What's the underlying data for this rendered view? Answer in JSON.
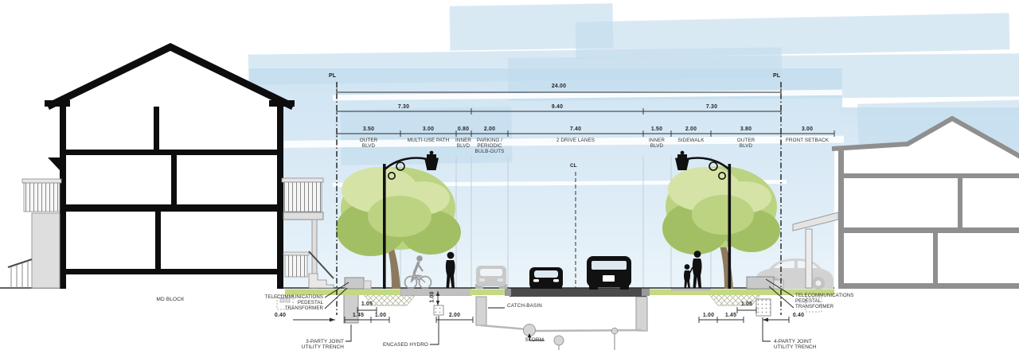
{
  "diagram": {
    "property_line_label": "PL",
    "centerline_label": "CL",
    "left_block_label": "MD BLOCK"
  },
  "dims": {
    "total": "24.00",
    "groups": [
      "7.30",
      "9.40",
      "7.30"
    ],
    "zones": [
      {
        "value": "3.50",
        "label": "OUTER\nBLVD"
      },
      {
        "value": "3.00",
        "label": "MULTI-USE PATH"
      },
      {
        "value": "0.80",
        "label": "INNER\nBLVD"
      },
      {
        "value": "2.00",
        "label": "PARKING /\nPERIODIC\nBULB-OUTS"
      },
      {
        "value": "7.40",
        "label": "2 DRIVE LANES"
      },
      {
        "value": "1.50",
        "label": "INNER\nBLVD"
      },
      {
        "value": "2.00",
        "label": "SIDEWALK"
      },
      {
        "value": "3.80",
        "label": "OUTER\nBLVD"
      },
      {
        "value": "3.00",
        "label": "FRONT SETBACK"
      }
    ]
  },
  "utilities": {
    "telecom": "TELECOMMUNICATIONS\nPEDESTAL\nTRANSFORMER",
    "trench_left": "3-PARTY JOINT\nUTILITY TRENCH",
    "trench_right": "4-PARTY JOINT\nUTILITY TRENCH",
    "encased_hydro": "ENCASED HYDRO",
    "catch_basin": "CATCH-BASIN",
    "storm": "STORM"
  },
  "under_dims_left": [
    "0.40",
    "1.05",
    "1.45",
    "1.00",
    "1.00",
    "2.00"
  ],
  "under_dims_right": [
    "1.00",
    "1.45",
    "1.05",
    "0.40"
  ],
  "colors": {
    "sky": "#c2dcee",
    "grass": "#c4d983",
    "tree_base": "#bcd382",
    "tree_light": "#d6e3a6",
    "tree_dark": "#a3bf64",
    "asphalt": "#4b4b4b",
    "path_gray": "#c0c0c0",
    "building_left": "#0d0d0d",
    "building_right": "#8f8f8f"
  }
}
